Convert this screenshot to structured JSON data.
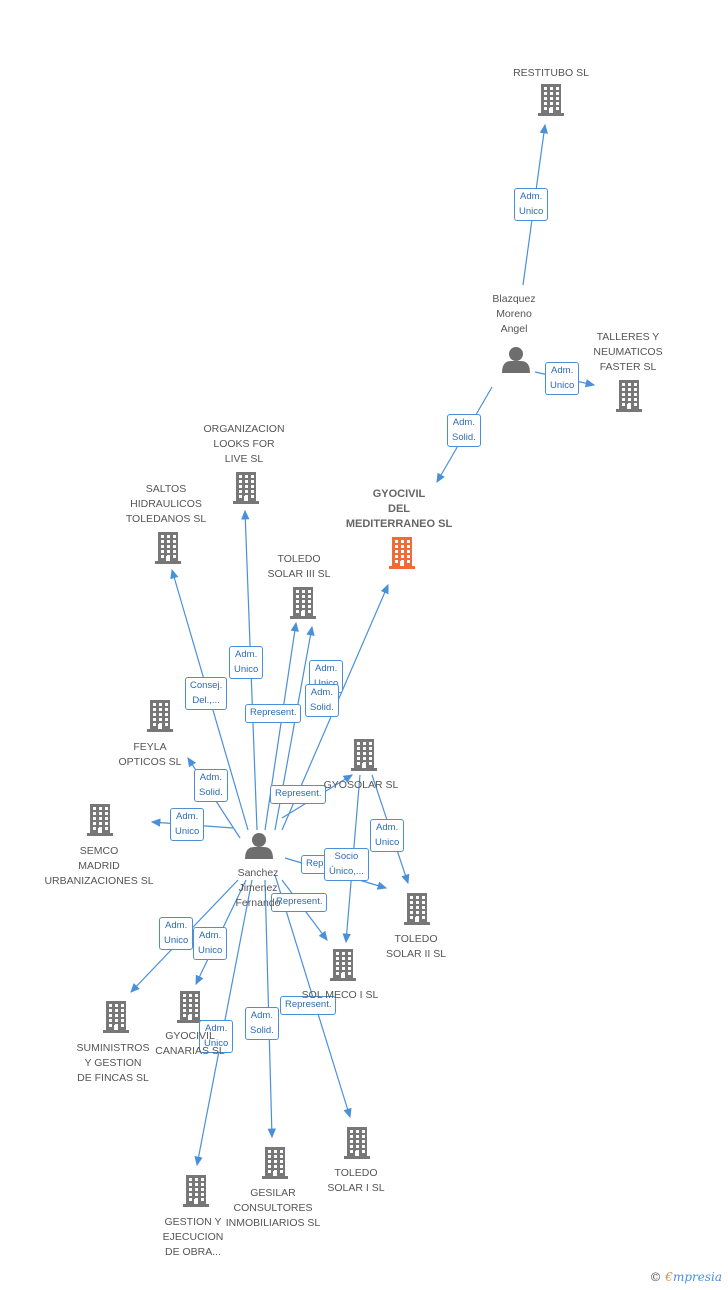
{
  "colors": {
    "edge": "#4a90d9",
    "company": "#777777",
    "focus_company": "#f26a35",
    "person": "#6e6e6e"
  },
  "nodes": [
    {
      "id": "restitubo",
      "type": "company",
      "label": "RESTITUBO SL"
    },
    {
      "id": "blazquez",
      "type": "person",
      "label": "Blazquez\nMoreno\nAngel"
    },
    {
      "id": "talleres",
      "type": "company",
      "label": "TALLERES Y\nNEUMATICOS\nFASTER SL"
    },
    {
      "id": "gyocivil_med",
      "type": "company",
      "label": "GYOCIVIL\nDEL\nMEDITERRANEO SL",
      "focus": true
    },
    {
      "id": "organizacion",
      "type": "company",
      "label": "ORGANIZACION\nLOOKS FOR\nLIVE SL"
    },
    {
      "id": "saltos",
      "type": "company",
      "label": "SALTOS\nHIDRAULICOS\nTOLEDANOS SL"
    },
    {
      "id": "toledo3",
      "type": "company",
      "label": "TOLEDO\nSOLAR III SL"
    },
    {
      "id": "feyla",
      "type": "company",
      "label": "FEYLA\nOPTICOS SL"
    },
    {
      "id": "gyosolar",
      "type": "company",
      "label": "GYOSOLAR SL"
    },
    {
      "id": "semco",
      "type": "company",
      "label": "SEMCO\nMADRID\nURBANIZACIONES SL"
    },
    {
      "id": "sanchez",
      "type": "person",
      "label": "Sanchez\nJimenez\nFernando"
    },
    {
      "id": "toledo2",
      "type": "company",
      "label": "TOLEDO\nSOLAR II SL"
    },
    {
      "id": "solmeco",
      "type": "company",
      "label": "SOL MECO I SL"
    },
    {
      "id": "suministros",
      "type": "company",
      "label": "SUMINISTROS\nY GESTION\nDE FINCAS SL"
    },
    {
      "id": "gyocivil_can",
      "type": "company",
      "label": "GYOCIVIL\nCANARIAS SL"
    },
    {
      "id": "toledo1",
      "type": "company",
      "label": "TOLEDO\nSOLAR I SL"
    },
    {
      "id": "gesilar",
      "type": "company",
      "label": "GESILAR\nCONSULTORES\nINMOBILIARIOS SL"
    },
    {
      "id": "gestion",
      "type": "company",
      "label": "GESTION Y\nEJECUCION\nDE OBRA..."
    }
  ],
  "edges": [
    {
      "from": "blazquez",
      "to": "restitubo",
      "label": "Adm.\nUnico"
    },
    {
      "from": "blazquez",
      "to": "talleres",
      "label": "Adm.\nUnico"
    },
    {
      "from": "blazquez",
      "to": "gyocivil_med",
      "label": "Adm.\nSolid."
    },
    {
      "from": "sanchez",
      "to": "organizacion",
      "label": "Adm.\nUnico"
    },
    {
      "from": "sanchez",
      "to": "saltos",
      "label": "Consej.\nDel.,..."
    },
    {
      "from": "sanchez",
      "to": "toledo3",
      "label": "Represent."
    },
    {
      "from": "sanchez",
      "to": "toledo3",
      "label": "Adm.\nUnico"
    },
    {
      "from": "sanchez",
      "to": "gyocivil_med",
      "label": "Adm.\nSolid."
    },
    {
      "from": "sanchez",
      "to": "feyla",
      "label": "Adm.\nSolid."
    },
    {
      "from": "sanchez",
      "to": "gyosolar",
      "label": "Represent."
    },
    {
      "from": "sanchez",
      "to": "semco",
      "label": "Adm.\nUnico"
    },
    {
      "from": "gyosolar",
      "to": "toledo2",
      "label": "Adm.\nUnico"
    },
    {
      "from": "sanchez",
      "to": "toledo2",
      "label": "Represent."
    },
    {
      "from": "gyosolar",
      "to": "solmeco",
      "label": "Socio\nÚnico,..."
    },
    {
      "from": "sanchez",
      "to": "solmeco",
      "label": "Represent."
    },
    {
      "from": "sanchez",
      "to": "suministros",
      "label": "Adm.\nUnico"
    },
    {
      "from": "sanchez",
      "to": "gyocivil_can",
      "label": "Adm.\nUnico"
    },
    {
      "from": "sanchez",
      "to": "toledo1",
      "label": "Represent."
    },
    {
      "from": "sanchez",
      "to": "gesilar",
      "label": "Adm.\nSolid."
    },
    {
      "from": "sanchez",
      "to": "gestion",
      "label": "Adm.\nUnico"
    }
  ],
  "footer": {
    "copyright": "©",
    "brand_e": "€",
    "brand_rest": "mpresia"
  }
}
